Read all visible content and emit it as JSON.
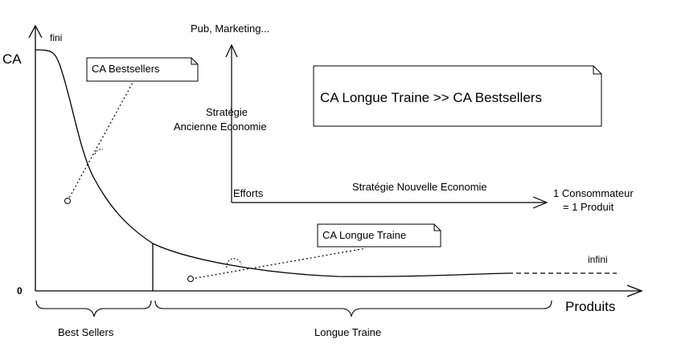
{
  "axes": {
    "y_label": "CA",
    "x_label": "Produits",
    "y_top_label": "fini",
    "origin_label": "0",
    "tail_label": "infini"
  },
  "notes": {
    "bestsellers": "CA Bestsellers",
    "longue_traine": "CA Longue Traine",
    "comparison": "CA Longue Traine >> CA Bestsellers"
  },
  "inset": {
    "y_label_top": "Pub, Marketing...",
    "y_strategy_line1": "Stratégie",
    "y_strategy_line2": "Ancienne Economie",
    "x_origin_label": "Efforts",
    "x_strategy": "Stratégie Nouvelle Economie",
    "x_target_line1": "1 Consommateur",
    "x_target_line2": "= 1 Produit"
  },
  "ranges": {
    "best_sellers": "Best Sellers",
    "longue_traine": "Longue Traine"
  }
}
